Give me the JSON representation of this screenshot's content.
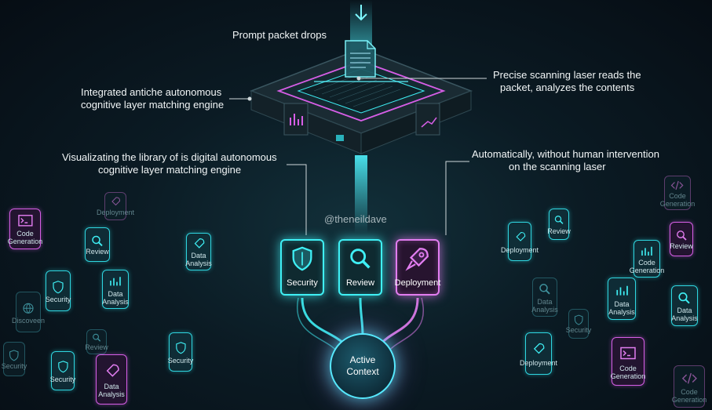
{
  "callouts": {
    "top": "Prompt packet drops",
    "left_1": "Integrated antiche autonomous",
    "left_2": "cognitive layer matching engine",
    "right_1": "Precise scanning laser reads the",
    "right_2": "packet, analyzes the contents",
    "mid_left_1": "Visualizating the library of is digital autonomous",
    "mid_left_2": "cognitive layer matching engine",
    "mid_right_1": "Automatically, without human intervention",
    "mid_right_2": "on the scanning laser"
  },
  "watermark": "@theneildave",
  "selected_cards": [
    {
      "label": "Security",
      "icon": "shield-icon",
      "color": "#3ff0f5"
    },
    {
      "label": "Review",
      "icon": "magnifier-icon",
      "color": "#3ff0f5"
    },
    {
      "label": "Deployment",
      "icon": "rocket-icon",
      "color": "#e27df0"
    }
  ],
  "context": {
    "line1": "Active",
    "line2": "Context"
  },
  "library_left": [
    {
      "label": "Code Generation",
      "icon": "terminal-icon"
    },
    {
      "label": "Review",
      "icon": "magnifier-icon"
    },
    {
      "label": "Data Analysis",
      "icon": "chart-icon"
    },
    {
      "label": "Security",
      "icon": "shield-icon"
    },
    {
      "label": "Discoveen",
      "icon": "globe-icon"
    },
    {
      "label": "Deployment",
      "icon": "rocket-icon"
    },
    {
      "label": "Data Analysis",
      "icon": "rocket-icon"
    },
    {
      "label": "Security",
      "icon": "shield-icon"
    },
    {
      "label": "Review",
      "icon": "magnifier-icon"
    },
    {
      "label": "Security",
      "icon": "shield-icon"
    },
    {
      "label": "Data Analysis",
      "icon": "rocket-icon"
    },
    {
      "label": "Security",
      "icon": "shield-icon"
    }
  ],
  "library_right": [
    {
      "label": "Code Generation",
      "icon": "code-icon"
    },
    {
      "label": "Review",
      "icon": "magnifier-icon"
    },
    {
      "label": "Deployment",
      "icon": "rocket-icon"
    },
    {
      "label": "Review",
      "icon": "magnifier-icon"
    },
    {
      "label": "Code Generation",
      "icon": "chart-icon"
    },
    {
      "label": "Data Analysis",
      "icon": "chart-icon"
    },
    {
      "label": "Data Analysis",
      "icon": "magnifier-icon"
    },
    {
      "label": "Data Analysis",
      "icon": "magnifier-icon"
    },
    {
      "label": "Deployment",
      "icon": "rocket-icon"
    },
    {
      "label": "Code Generation",
      "icon": "terminal-icon"
    },
    {
      "label": "Code Generation",
      "icon": "code-icon"
    },
    {
      "label": "Security",
      "icon": "shield-icon"
    }
  ],
  "colors": {
    "cyan": "#3ff0f5",
    "magenta": "#e27df0",
    "background": "#0b1b24"
  }
}
